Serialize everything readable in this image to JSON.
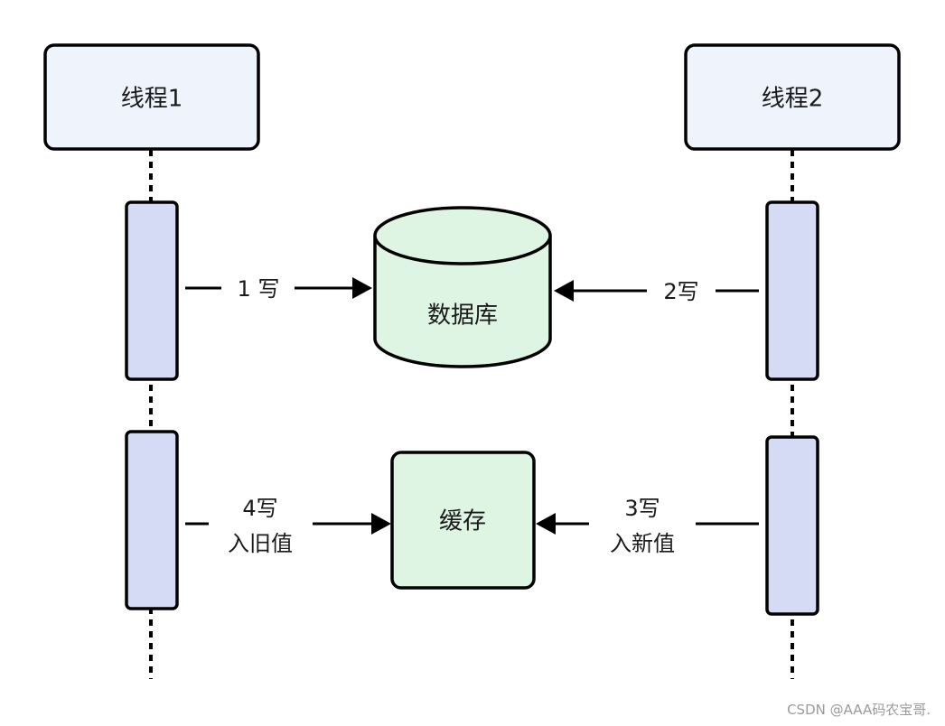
{
  "participants": {
    "thread1": "线程1",
    "thread2": "线程2"
  },
  "stores": {
    "database": "数据库",
    "cache": "缓存"
  },
  "messages": {
    "step1": "1 写",
    "step2": "2写",
    "step3_line1": "3写",
    "step3_line2": "入新值",
    "step4_line1": "4写",
    "step4_line2": "入旧值"
  },
  "watermark": "CSDN @AAA码农宝哥.",
  "colors": {
    "participant_fill": "#eff3fc",
    "activation_fill": "#d6dbf5",
    "store_fill": "#dff5e4",
    "stroke": "#000000",
    "text": "#1a1a1a"
  }
}
